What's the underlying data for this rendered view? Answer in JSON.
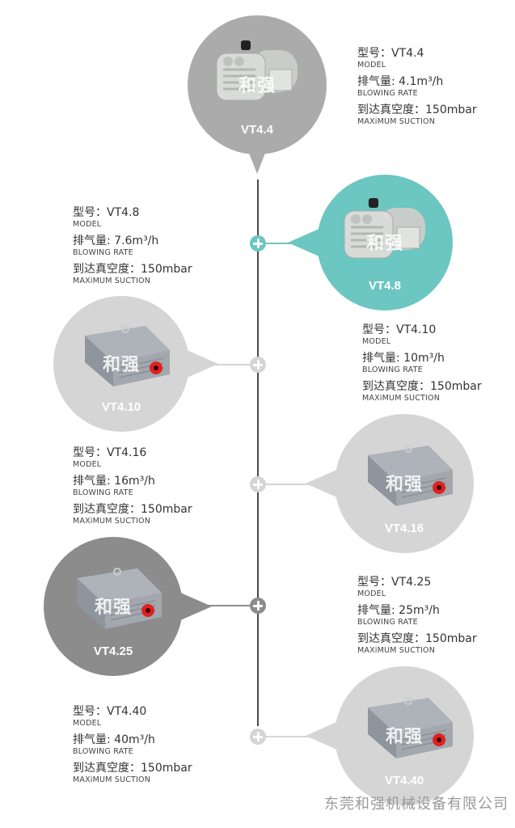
{
  "labels": {
    "model_cn": "型号：",
    "model_en": "MODEL",
    "rate_cn": "排气量: ",
    "rate_en": "BLOWING RATE",
    "suction_cn": "到达真空度：",
    "suction_en": "MAXiMUM SUCTION"
  },
  "watermark": "和强",
  "colors": {
    "teal": "#6cc6c1",
    "gray": "#ababab",
    "light": "#d5d5d5",
    "dark": "#8c8c8c",
    "line": "#4a4a4a"
  },
  "products": [
    {
      "model": "VT4.4",
      "rate": "4.1m³/h",
      "suction": "150mbar",
      "type": "motor"
    },
    {
      "model": "VT4.8",
      "rate": "7.6m³/h",
      "suction": "150mbar",
      "type": "motor"
    },
    {
      "model": "VT4.10",
      "rate": "10m³/h",
      "suction": "150mbar",
      "type": "box"
    },
    {
      "model": "VT4.16",
      "rate": "16m³/h",
      "suction": "150mbar",
      "type": "box"
    },
    {
      "model": "VT4.25",
      "rate": "25m³/h",
      "suction": "150mbar",
      "type": "box"
    },
    {
      "model": "VT4.40",
      "rate": "40m³/h",
      "suction": "150mbar",
      "type": "box"
    }
  ],
  "footer": "东莞和强机械设备有限公司"
}
